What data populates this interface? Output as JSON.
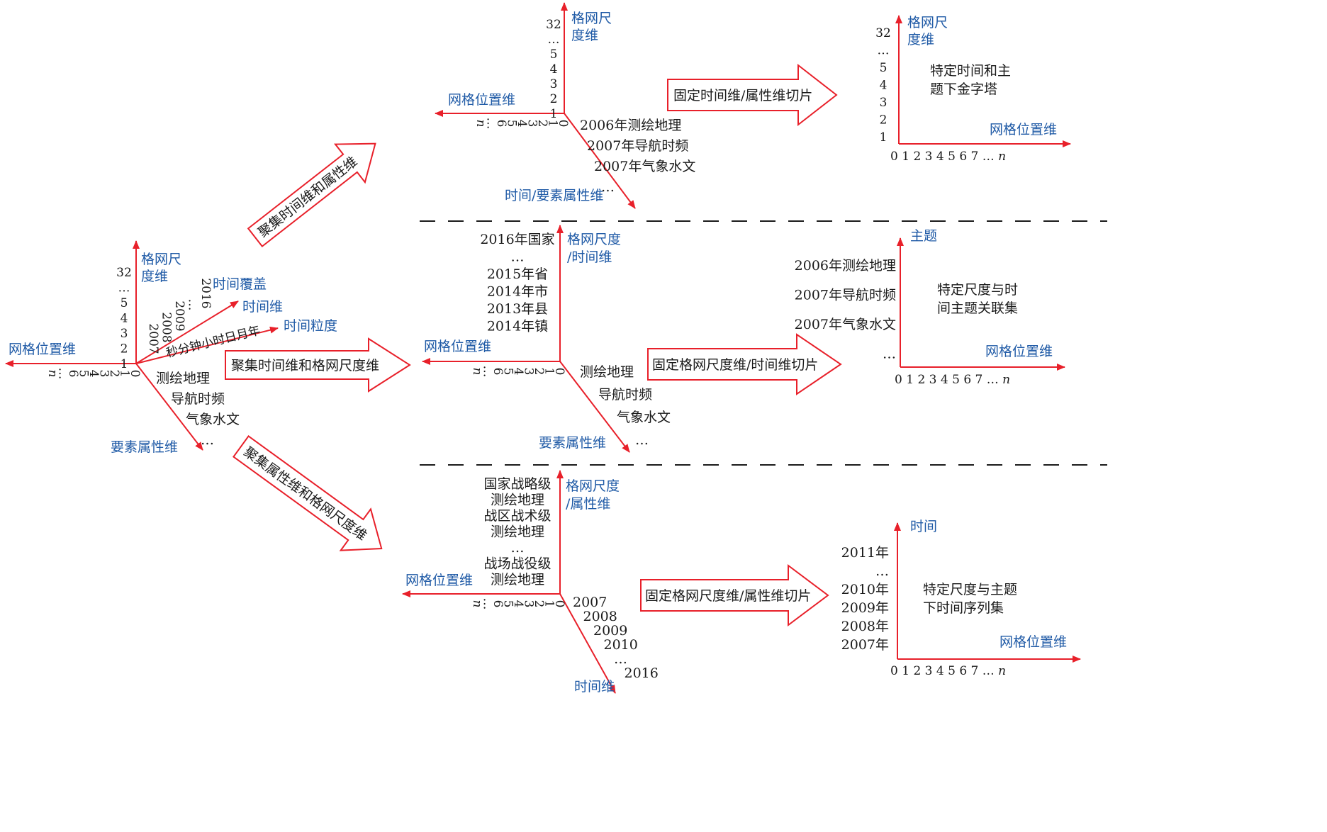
{
  "source_cube": {
    "scale_axis": "格网尺\n度维",
    "position_axis": "网格位置维",
    "attribute_axis": "要素属性维",
    "time_coverage": "时间覆盖",
    "time_axis": "时间维",
    "time_granularity": "时间粒度",
    "scale_ticks": [
      "32",
      "…",
      "5",
      "4",
      "3",
      "2",
      "1"
    ],
    "position_ticks": [
      "0",
      "1",
      "2",
      "3",
      "4",
      "5",
      "6",
      "…",
      "n"
    ],
    "year_ticks": [
      "2007",
      "2008",
      "2009",
      "…",
      "2016"
    ],
    "granularity_ticks": "秒分钟小时日月年",
    "attribute_items": [
      "测绘地理",
      "导航时频",
      "气象水文",
      "…"
    ]
  },
  "ops": {
    "top": "聚集时间维和属性维",
    "middle": "聚集时间维和格网尺度维",
    "bottom": "聚集属性维和格网尺度维"
  },
  "top_row": {
    "cube": {
      "scale_axis": "格网尺\n度维",
      "position_axis": "网格位置维",
      "diag_axis": "时间/要素属性维",
      "scale_ticks": [
        "32",
        "…",
        "5",
        "4",
        "3",
        "2",
        "1"
      ],
      "position_ticks": [
        "0",
        "1",
        "2",
        "3",
        "4",
        "5",
        "6",
        "…",
        "n"
      ],
      "diag_items": [
        "2006年测绘地理",
        "2007年导航时频",
        "2007年气象水文",
        "…"
      ]
    },
    "slice_arrow": "固定时间维/属性维切片",
    "result": {
      "y_axis": "格网尺\n度维",
      "x_axis": "网格位置维",
      "y_ticks": [
        "32",
        "…",
        "5",
        "4",
        "3",
        "2",
        "1"
      ],
      "x_ticks": "0 1 2 3 4 5 6 7 … n",
      "caption": "特定时间和主\n题下金字塔"
    }
  },
  "middle_row": {
    "cube": {
      "scale_axis": "格网尺度\n/时间维",
      "position_axis": "网格位置维",
      "diag_axis": "要素属性维",
      "left_labels": [
        "2016年国家",
        "…",
        "2015年省",
        "2014年市",
        "2013年县",
        "2014年镇"
      ],
      "position_ticks": [
        "0",
        "1",
        "2",
        "3",
        "4",
        "5",
        "6",
        "…",
        "n"
      ],
      "diag_items": [
        "测绘地理",
        "导航时频",
        "气象水文",
        "…"
      ]
    },
    "slice_arrow": "固定格网尺度维/时间维切片",
    "result": {
      "y_axis": "主题",
      "x_axis": "网格位置维",
      "y_ticks": [
        "2006年测绘地理",
        "2007年导航时频",
        "2007年气象水文",
        "…"
      ],
      "x_ticks": "0 1 2 3 4 5 6 7 … n",
      "caption": "特定尺度与时\n间主题关联集"
    }
  },
  "bottom_row": {
    "cube": {
      "scale_axis": "格网尺度\n/属性维",
      "position_axis": "网格位置维",
      "diag_axis": "时间维",
      "left_labels": [
        "国家战略级",
        "测绘地理",
        "战区战术级",
        "测绘地理",
        "…",
        "战场战役级",
        "测绘地理"
      ],
      "position_ticks": [
        "0",
        "1",
        "2",
        "3",
        "4",
        "5",
        "6",
        "…",
        "n"
      ],
      "diag_items": [
        "2007",
        "2008",
        "2009",
        "2010",
        "…",
        "2016"
      ]
    },
    "slice_arrow": "固定格网尺度维/属性维切片",
    "result": {
      "y_axis": "时间",
      "x_axis": "网格位置维",
      "y_ticks": [
        "2011年",
        "…",
        "2010年",
        "2009年",
        "2008年",
        "2007年"
      ],
      "x_ticks": "0 1 2 3 4 5 6 7 … n",
      "caption": "特定尺度与主题\n下时间序列集"
    }
  },
  "colors": {
    "axis": "#e8202a",
    "label_blue": "#1f5aa6",
    "text": "#1a1a1a"
  }
}
